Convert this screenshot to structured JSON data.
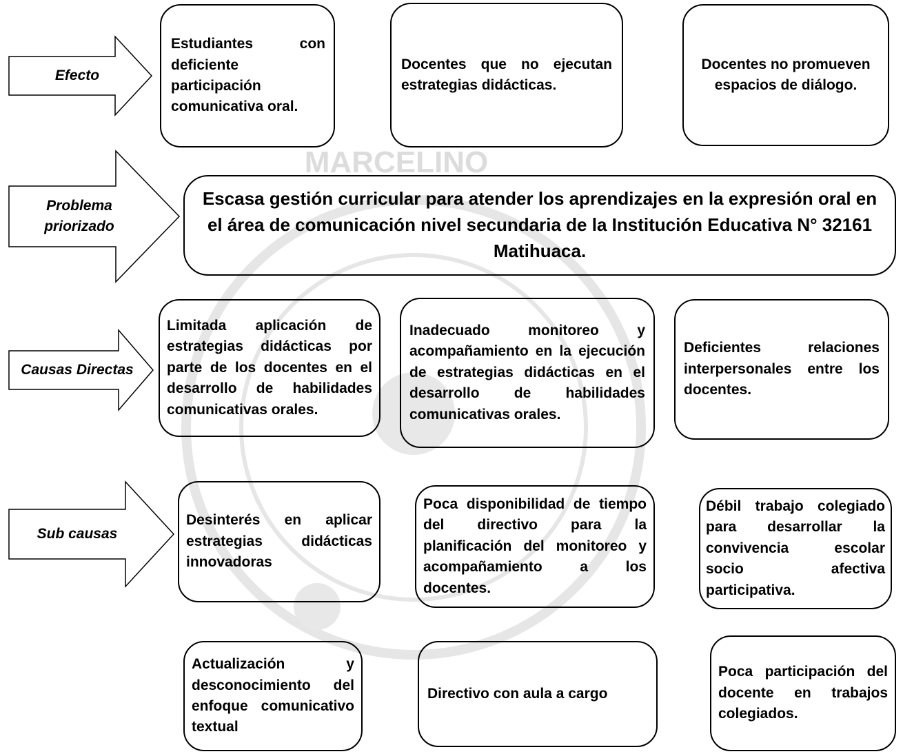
{
  "watermark": {
    "text": "MARCELINO"
  },
  "rows": {
    "efecto": {
      "label": "Efecto",
      "boxes": [
        "Estudiantes con deficiente participación comunicativa oral.",
        "Docentes que no ejecutan estrategias didácticas.",
        "Docentes no promueven espacios de diálogo."
      ]
    },
    "problema": {
      "label": "Problema priorizado",
      "text": "Escasa gestión curricular para atender los aprendizajes en la expresión oral en el área de comunicación nivel secundaria de la Institución Educativa N° 32161 Matihuaca."
    },
    "causas": {
      "label": "Causas Directas",
      "boxes": [
        "Limitada aplicación de estrategias didácticas por parte de los docentes en el desarrollo de habilidades comunicativas orales.",
        "Inadecuado monitoreo y acompañamiento en la ejecución de estrategias didácticas en el desarrollo de habilidades comunicativas orales.",
        "Deficientes relaciones interpersonales entre los docentes."
      ]
    },
    "subcausas": {
      "label": "Sub causas",
      "boxes": [
        "Desinterés en aplicar estrategias didácticas innovadoras",
        "Poca disponibilidad de tiempo del directivo para la planificación del monitoreo y acompañamiento a los docentes.",
        "Débil trabajo colegiado para desarrollar la convivencia escolar socio afectiva participativa.",
        "Actualización y desconocimiento del enfoque comunicativo textual",
        "Directivo con aula a cargo",
        "Poca participación del docente en trabajos colegiados."
      ]
    }
  }
}
